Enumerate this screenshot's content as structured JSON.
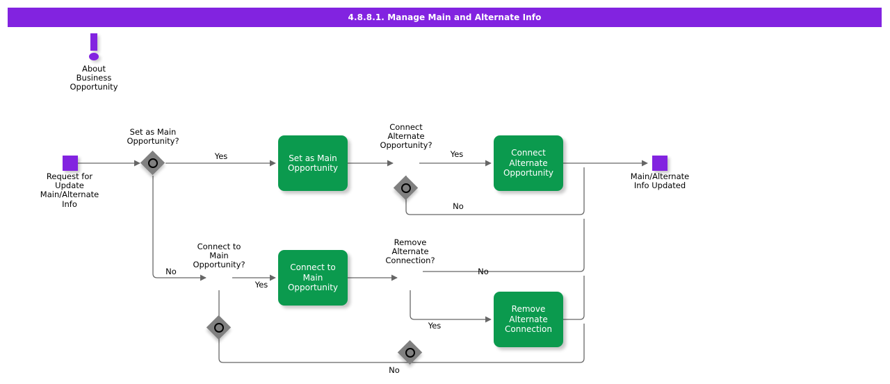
{
  "header": {
    "title": "4.8.8.1. Manage Main and Alternate Info",
    "bg_color": "#8223E0",
    "text_color": "#FFFFFF"
  },
  "colors": {
    "event": "#8223E0",
    "task": "#0B9A4E",
    "gateway": "#808080",
    "connector": "#666666",
    "text": "#000000"
  },
  "annotation": {
    "icon": "exclamation-icon",
    "label": "About\nBusiness\nOpportunity"
  },
  "diagram": {
    "type": "bpmn-flowchart",
    "start_events": [
      {
        "id": "start-request",
        "label": "Request for\nUpdate\nMain/Alternate\nInfo"
      }
    ],
    "end_events": [
      {
        "id": "end-updated",
        "label": "Main/Alternate\nInfo Updated"
      }
    ],
    "gateways": [
      {
        "id": "gw-set-main",
        "label": "Set as Main\nOpportunity?"
      },
      {
        "id": "gw-connect-alt",
        "label": "Connect\nAlternate\nOpportunity?"
      },
      {
        "id": "gw-connect-main",
        "label": "Connect to\nMain\nOpportunity?"
      },
      {
        "id": "gw-remove-alt",
        "label": "Remove\nAlternate\nConnection?"
      }
    ],
    "tasks": [
      {
        "id": "task-set-main",
        "label": "Set as Main\nOpportunity"
      },
      {
        "id": "task-connect-alt",
        "label": "Connect\nAlternate\nOpportunity"
      },
      {
        "id": "task-connect-main",
        "label": "Connect to Main\nOpportunity"
      },
      {
        "id": "task-remove-alt",
        "label": "Remove\nAlternate\nConnection"
      }
    ],
    "edge_labels": {
      "set_main_yes": "Yes",
      "set_main_no": "No",
      "connect_alt_yes": "Yes",
      "connect_alt_no": "No",
      "connect_main_yes": "Yes",
      "connect_main_no": "No",
      "remove_alt_yes": "Yes",
      "remove_alt_no": "No"
    }
  }
}
